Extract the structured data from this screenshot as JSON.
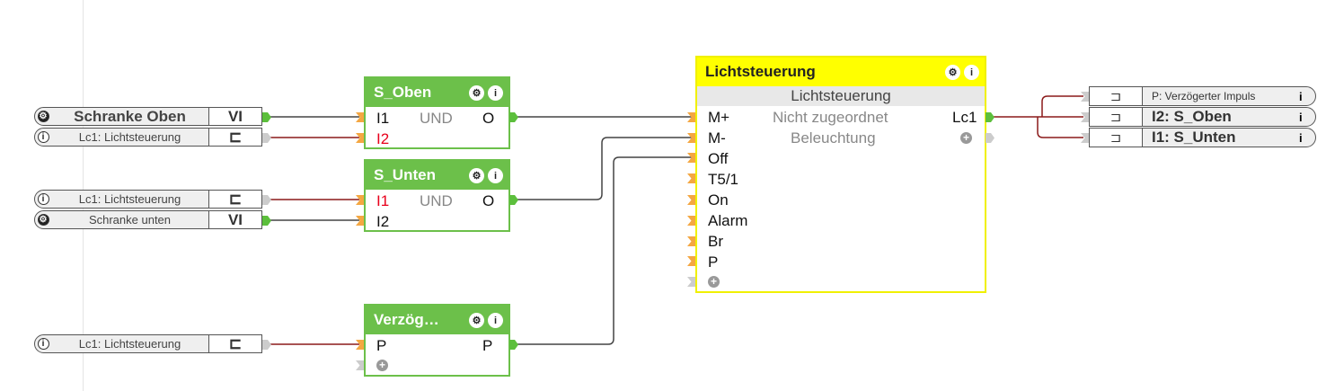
{
  "left_refs": [
    {
      "label": "Schranke Oben",
      "type": "VI",
      "icon": "gear-icon"
    },
    {
      "label": "Lc1: Lichtsteuerung",
      "type": "output-ref",
      "icon": "info-icon"
    },
    {
      "label": "Lc1: Lichtsteuerung",
      "type": "output-ref",
      "icon": "info-icon"
    },
    {
      "label": "Schranke unten",
      "type": "VI",
      "icon": "gear-icon"
    },
    {
      "label": "Lc1: Lichtsteuerung",
      "type": "output-ref",
      "icon": "info-icon"
    }
  ],
  "blocks": {
    "s_oben": {
      "title": "S_Oben",
      "type": "UND",
      "inputs": [
        "I1",
        "I2"
      ],
      "output": "O"
    },
    "s_unten": {
      "title": "S_Unten",
      "type": "UND",
      "inputs": [
        "I1",
        "I2"
      ],
      "output": "O"
    },
    "verzoeg": {
      "title": "Verzög…",
      "inputs": [
        "P"
      ],
      "output": "P"
    },
    "licht": {
      "title": "Lichtsteuerung",
      "subtitle": "Lichtsteuerung",
      "status": "Nicht zugeordnet",
      "category": "Beleuchtung",
      "output": "Lc1",
      "inputs": [
        "M+",
        "M-",
        "Off",
        "T5/1",
        "On",
        "Alarm",
        "Br",
        "P"
      ]
    }
  },
  "icons": {
    "gear": "⚙",
    "info": "i",
    "plus": "+",
    "ref_out": "⊏",
    "ref_in": "⊐"
  },
  "right_refs": [
    {
      "label": "P: Verzögerter Impuls"
    },
    {
      "label": "I2: S_Oben"
    },
    {
      "label": "I1: S_Unten"
    }
  ],
  "colors": {
    "block": "#6cc04a",
    "light": "#ffff00",
    "wire": "#444444",
    "wire_neg": "#8b1a1a"
  }
}
